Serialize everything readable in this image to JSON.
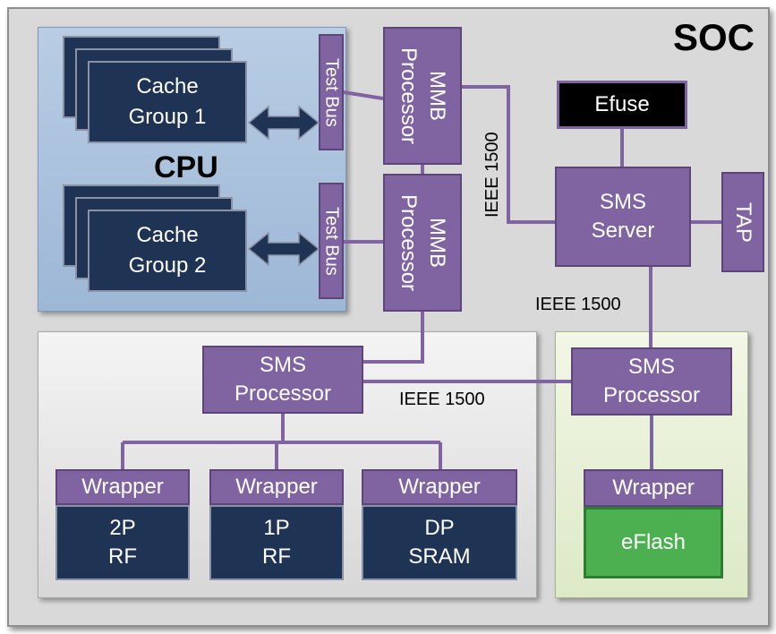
{
  "soc": {
    "title": "SOC"
  },
  "cpu": {
    "label": "CPU",
    "cache_groups": [
      {
        "line1": "Cache",
        "line2": "Group 1"
      },
      {
        "line1": "Cache",
        "line2": "Group 2"
      }
    ],
    "test_bus": [
      "Test Bus",
      "Test Bus"
    ]
  },
  "mmb_processors": [
    {
      "line1": "MMB",
      "line2": "Processor"
    },
    {
      "line1": "MMB",
      "line2": "Processor"
    }
  ],
  "efuse": "Efuse",
  "sms_server": {
    "line1": "SMS",
    "line2": "Server"
  },
  "tap": "TAP",
  "ieee_labels": [
    "IEEE 1500",
    "IEEE 1500",
    "IEEE 1500"
  ],
  "sms_processors": [
    {
      "line1": "SMS",
      "line2": "Processor"
    },
    {
      "line1": "SMS",
      "line2": "Processor"
    }
  ],
  "memories": [
    {
      "wrapper": "Wrapper",
      "line1": "2P",
      "line2": "RF"
    },
    {
      "wrapper": "Wrapper",
      "line1": "1P",
      "line2": "RF"
    },
    {
      "wrapper": "Wrapper",
      "line1": "DP",
      "line2": "SRAM"
    }
  ],
  "flash": {
    "wrapper": "Wrapper",
    "label": "eFlash"
  },
  "colors": {
    "navy": "#1f3354",
    "purple": "#8064a2",
    "green": "#4caf50",
    "cpu_blue": "#a7bfdc"
  }
}
